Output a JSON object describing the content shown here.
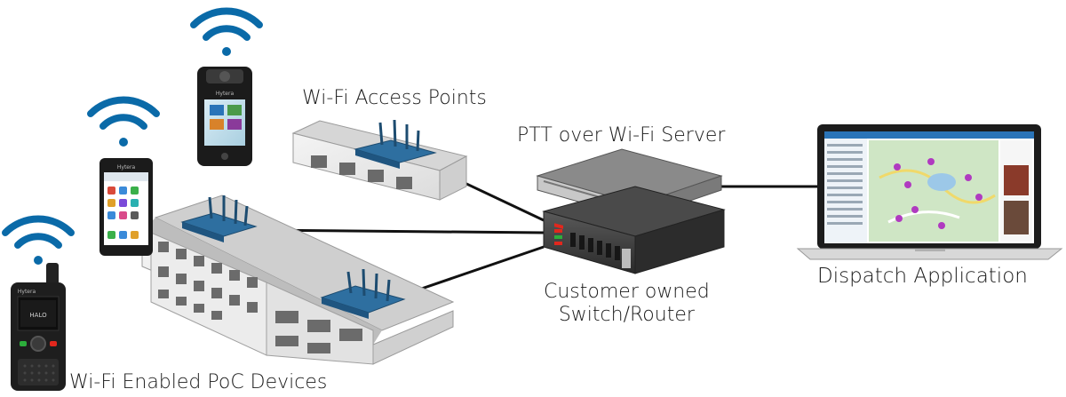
{
  "labels": {
    "access_points": "Wi-Fi Access Points",
    "server": "PTT over Wi-Fi Server",
    "switch_line1": "Customer owned",
    "switch_line2": "Switch/Router",
    "dispatch": "Dispatch Application",
    "devices": "Wi-Fi Enabled PoC Devices"
  },
  "device_brand": "Hytera",
  "radio_screen_text": "HALO",
  "colors": {
    "wifi_signal": "#0a6aa8",
    "connector_line": "#111111",
    "building_wall": "#e8e8e8",
    "roof": "#c9c9c9",
    "access_point": "#2e6fa0",
    "server_body": "#3a3a3a",
    "status_led_red": "#e2271d",
    "status_led_green": "#2cae3b"
  },
  "icons": [
    "wifi-signal-icon",
    "body-camera-device",
    "smartphone-device",
    "handheld-radio-device",
    "access-point-device",
    "server-rack",
    "switch-router",
    "laptop"
  ]
}
